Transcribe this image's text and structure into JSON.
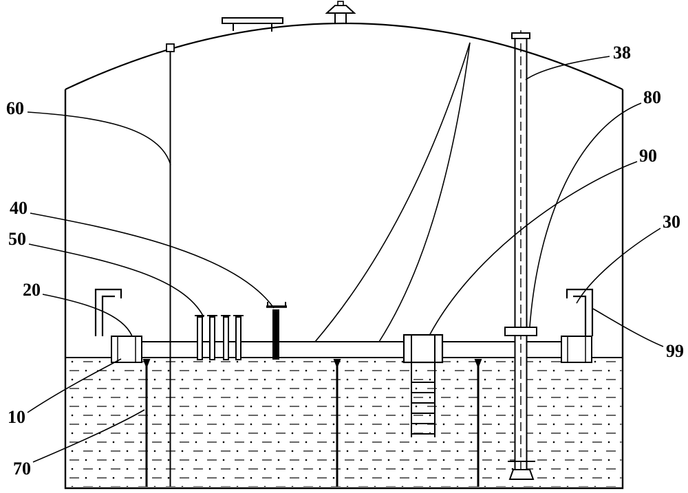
{
  "figure": {
    "kind": "patent-style technical drawing",
    "subject": "storage tank cross-section with domed roof, floating deck, gauge pole, standpipe and ladder",
    "background_color": "#ffffff",
    "line_color": "#000000",
    "labels": {
      "l10": "10",
      "l20": "20",
      "l30": "30",
      "l38": "38",
      "l40": "40",
      "l50": "50",
      "l60": "60",
      "l70": "70",
      "l80": "80",
      "l90": "90",
      "l99": "99"
    }
  }
}
